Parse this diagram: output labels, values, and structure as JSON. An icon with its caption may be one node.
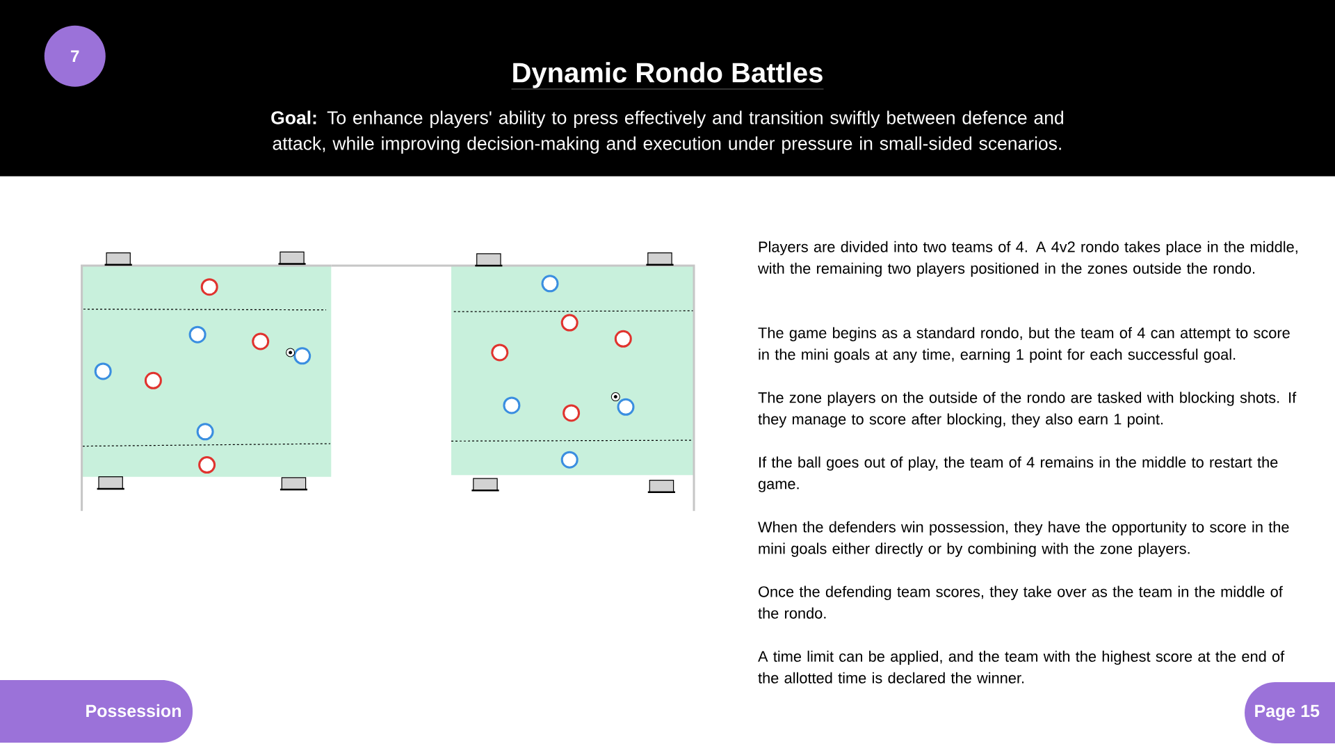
{
  "diagram": {
    "title": "Dynamic Rondo Battles",
    "nodes": [
      {
        "text": [
          "7"
        ]
      },
      {
        "text": [
          "Possession"
        ]
      },
      {
        "text": [
          "Page 15"
        ]
      }
    ],
    "labels": [
      "**Goal:** To enhance players' ability to press effectively and transition swiftly between defence and attack, while improving decision-making and execution under pressure in small-sided scenarios.",
      "Players are divided into two teams of 4. A 4v2 rondo takes place in the middle, with the remaining two players positioned in the zones outside the rondo.",
      "The game begins as a standard rondo, but the team of 4 can attempt to score in the mini goals at any time, earning 1 point for each successful goal.",
      "The zone players on the outside of the rondo are tasked with blocking shots. If they manage to score after blocking, they also earn 1 point.",
      "If the ball goes out of play, the team of 4 remains in the middle to restart the game.",
      "When the defenders win possession, they have the opportunity to score in the mini goals either directly or by combining with the zone players.",
      "Once the defending team scores, they take over as the team in the middle of the rondo.",
      "A time limit can be applied, and the team with the highest score at the end of the allotted time is declared the winner."
    ]
  }
}
